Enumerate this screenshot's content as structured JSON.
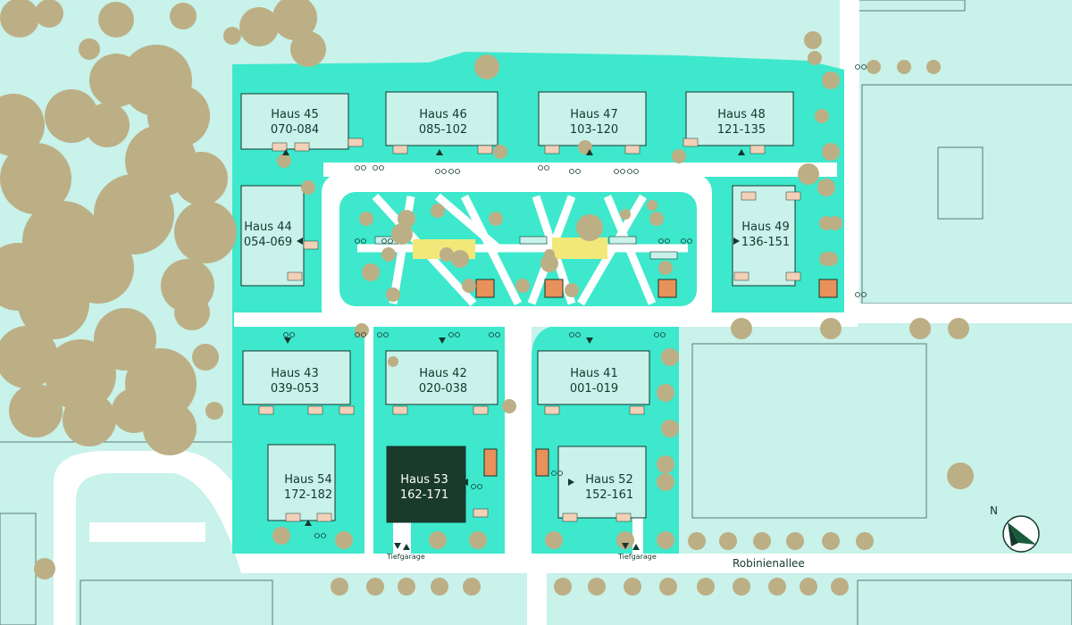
{
  "colors": {
    "background": "#c8f2ea",
    "site": "#3ee8cc",
    "building": "#c8f2ea",
    "highlight": "#1a3a2c",
    "tree": "#bcaf85",
    "road": "#ffffff",
    "outline": "#14382e",
    "playground": "#f2e87a",
    "shed": "#e8915a",
    "patio": "#f3d0b8"
  },
  "buildings": [
    {
      "name": "Haus 45",
      "units": "070-084",
      "highlighted": false
    },
    {
      "name": "Haus 46",
      "units": "085-102",
      "highlighted": false
    },
    {
      "name": "Haus 47",
      "units": "103-120",
      "highlighted": false
    },
    {
      "name": "Haus 48",
      "units": "121-135",
      "highlighted": false
    },
    {
      "name": "Haus 44",
      "units": "054-069",
      "highlighted": false
    },
    {
      "name": "Haus 49",
      "units": "136-151",
      "highlighted": false
    },
    {
      "name": "Haus 43",
      "units": "039-053",
      "highlighted": false
    },
    {
      "name": "Haus 42",
      "units": "020-038",
      "highlighted": false
    },
    {
      "name": "Haus 41",
      "units": "001-019",
      "highlighted": false
    },
    {
      "name": "Haus 54",
      "units": "172-182",
      "highlighted": false
    },
    {
      "name": "Haus 53",
      "units": "162-171",
      "highlighted": true
    },
    {
      "name": "Haus 52",
      "units": "152-161",
      "highlighted": false
    }
  ],
  "garages": [
    "Tiefgarage",
    "Tiefgarage"
  ],
  "street": {
    "name": "Robinienallee"
  },
  "compass": {
    "label": "N"
  },
  "icons": [
    "tree-icon",
    "bicycle-parking-icon",
    "playground-icon",
    "entrance-arrow-icon",
    "compass-icon"
  ]
}
